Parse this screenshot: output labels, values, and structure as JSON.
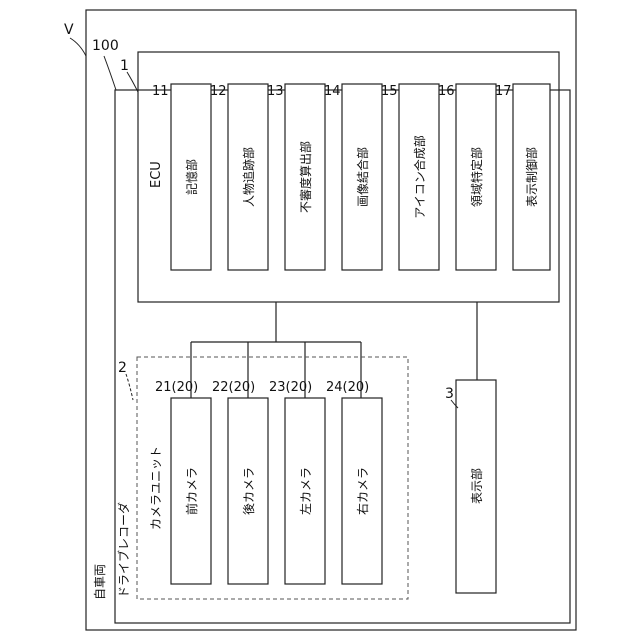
{
  "labels": {
    "vehicle_ref": "V",
    "vehicle_num": "100",
    "vehicle_text": "自車両",
    "ecu_ref": "1",
    "ecu_text": "ECU",
    "recorder_ref": "2",
    "recorder_text": "ドライブレコーダ",
    "camera_unit_text": "カメラユニット",
    "display_ref": "3",
    "display_text": "表示部"
  },
  "ecu_units": [
    {
      "num": "11",
      "label": "記憶部"
    },
    {
      "num": "12",
      "label": "人物追跡部"
    },
    {
      "num": "13",
      "label": "不審度算出部"
    },
    {
      "num": "14",
      "label": "画像結合部"
    },
    {
      "num": "15",
      "label": "アイコン合成部"
    },
    {
      "num": "16",
      "label": "領域特定部"
    },
    {
      "num": "17",
      "label": "表示制御部"
    }
  ],
  "cameras": [
    {
      "num": "21(20)",
      "label": "前カメラ"
    },
    {
      "num": "22(20)",
      "label": "後カメラ"
    },
    {
      "num": "23(20)",
      "label": "左カメラ"
    },
    {
      "num": "24(20)",
      "label": "右カメラ"
    }
  ]
}
